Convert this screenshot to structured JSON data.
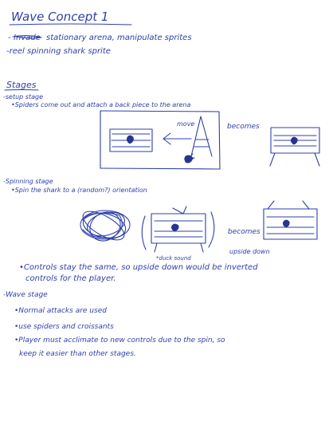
{
  "title": "Wave Concept 1",
  "intro": {
    "line1_struck": "Invade",
    "line1": "stationary arena, manipulate sprites",
    "line2": "-reel spinning shark sprite"
  },
  "stages_heading": "Stages",
  "setup_stage": {
    "label": "-setup stage",
    "bullet": "•Spiders come out and attach a back piece to the arena",
    "arrow_label": "move",
    "becomes": "becomes"
  },
  "spinning_stage": {
    "label": "-Spinning stage",
    "bullet": "•Spin the shark to a (random?) orientation",
    "annotation": "*duck sound",
    "becomes": "becomes",
    "upside_down": "upside down",
    "note_line1": "•Controls stay the same, so upside down would be inverted",
    "note_line2": "controls for the player."
  },
  "wave_stage": {
    "label": "-Wave stage",
    "bullets": [
      "•Normal attacks are used",
      "•use spiders and croissants",
      "•Player must acclimate to new controls due to the spin, so"
    ],
    "continuation": "keep it easier than other stages."
  }
}
